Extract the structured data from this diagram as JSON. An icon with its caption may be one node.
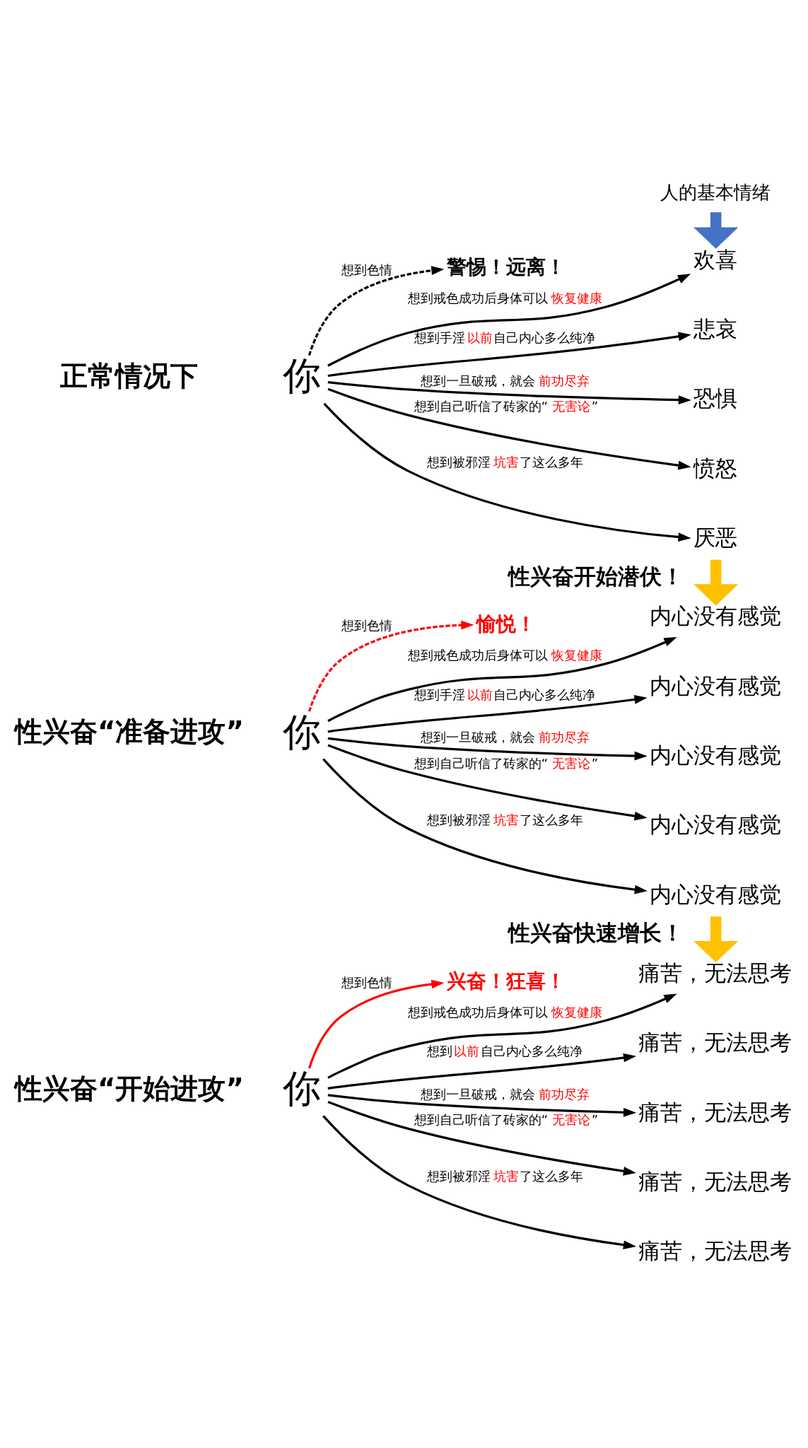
{
  "diagram": {
    "nodes": [
      {
        "text": [
          "人的基本情绪"
        ]
      },
      {
        "text": [
          "你"
        ]
      },
      {
        "text": [
          "警惕！远离！"
        ]
      },
      {
        "text": [
          "欢喜"
        ]
      },
      {
        "text": [
          "悲哀"
        ]
      },
      {
        "text": [
          "恐惧"
        ]
      },
      {
        "text": [
          "愤怒"
        ]
      },
      {
        "text": [
          "厌恶"
        ]
      },
      {
        "text": [
          "你"
        ]
      },
      {
        "text": [
          "愉悦！"
        ]
      },
      {
        "text": [
          "内心没有感觉"
        ]
      },
      {
        "text": [
          "内心没有感觉"
        ]
      },
      {
        "text": [
          "内心没有感觉"
        ]
      },
      {
        "text": [
          "内心没有感觉"
        ]
      },
      {
        "text": [
          "内心没有感觉"
        ]
      },
      {
        "text": [
          "你"
        ]
      },
      {
        "text": [
          "兴奋！狂喜！"
        ]
      },
      {
        "text": [
          "痛苦，无法思考"
        ]
      },
      {
        "text": [
          "痛苦，无法思考"
        ]
      },
      {
        "text": [
          "痛苦，无法思考"
        ]
      },
      {
        "text": [
          "痛苦，无法思考"
        ]
      },
      {
        "text": [
          "痛苦，无法思考"
        ]
      }
    ],
    "edges": [
      {
        "from": 0,
        "to": 3,
        "arrow": "to",
        "style": "thick",
        "color": "#4472c4"
      },
      {
        "from": 1,
        "to": 2,
        "arrow": "to",
        "label": "想到色情",
        "style": "dashed"
      },
      {
        "from": 1,
        "to": 3,
        "arrow": "to",
        "label": "想到戒色成功后身体可以**恢复健康**"
      },
      {
        "from": 1,
        "to": 4,
        "arrow": "to",
        "label": "想到手淫**以前**自己内心多么纯净"
      },
      {
        "from": 1,
        "to": 5,
        "arrow": "to",
        "label": "想到一旦破戒，就会**前功尽弃**"
      },
      {
        "from": 1,
        "to": 6,
        "arrow": "to",
        "label": "想到自己听信了砖家的“**无害论**”"
      },
      {
        "from": 1,
        "to": 7,
        "arrow": "to",
        "label": "想到被邪淫**坑害**了这么多年"
      },
      {
        "from": 7,
        "to": 10,
        "arrow": "to",
        "label": "性兴奋开始潜伏！",
        "style": "thick",
        "color": "#ffc000"
      },
      {
        "from": 8,
        "to": 9,
        "arrow": "to",
        "label": "想到色情",
        "style": "dashed",
        "color": "#ff0000"
      },
      {
        "from": 8,
        "to": 10,
        "arrow": "to",
        "label": "想到戒色成功后身体可以**恢复健康**"
      },
      {
        "from": 8,
        "to": 11,
        "arrow": "to",
        "label": "想到手淫**以前**自己内心多么纯净"
      },
      {
        "from": 8,
        "to": 12,
        "arrow": "to",
        "label": "想到一旦破戒，就会**前功尽弃**"
      },
      {
        "from": 8,
        "to": 13,
        "arrow": "to",
        "label": "想到自己听信了砖家的“**无害论**”"
      },
      {
        "from": 8,
        "to": 14,
        "arrow": "to",
        "label": "想到被邪淫**坑害**了这么多年"
      },
      {
        "from": 14,
        "to": 17,
        "arrow": "to",
        "label": "性兴奋快速增长！",
        "style": "thick",
        "color": "#ffc000"
      },
      {
        "from": 15,
        "to": 16,
        "arrow": "to",
        "label": "想到色情",
        "color": "#ff0000"
      },
      {
        "from": 15,
        "to": 17,
        "arrow": "to",
        "label": "想到戒色成功后身体可以**恢复健康**"
      },
      {
        "from": 15,
        "to": 18,
        "arrow": "to",
        "label": "想到**以前**自己内心多么纯净"
      },
      {
        "from": 15,
        "to": 19,
        "arrow": "to",
        "label": "想到一旦破戒，就会**前功尽弃**"
      },
      {
        "from": 15,
        "to": 20,
        "arrow": "to",
        "label": "想到自己听信了砖家的“**无害论**”"
      },
      {
        "from": 15,
        "to": 21,
        "arrow": "to",
        "label": "想到被邪淫**坑害**了这么多年"
      }
    ],
    "labels": [
      "正常情况下",
      "性兴奋“准备进攻”",
      "性兴奋“开始进攻”"
    ]
  }
}
